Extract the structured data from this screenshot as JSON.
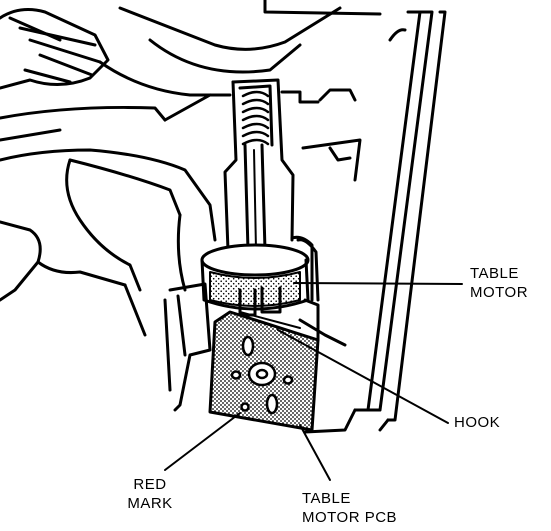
{
  "labels": {
    "table_motor": {
      "line1": "TABLE",
      "line2": "MOTOR"
    },
    "hook": "HOOK",
    "red_mark": {
      "line1": "RED",
      "line2": "MARK"
    },
    "table_motor_pcb": {
      "line1": "TABLE",
      "line2": "MOTOR PCB"
    }
  }
}
